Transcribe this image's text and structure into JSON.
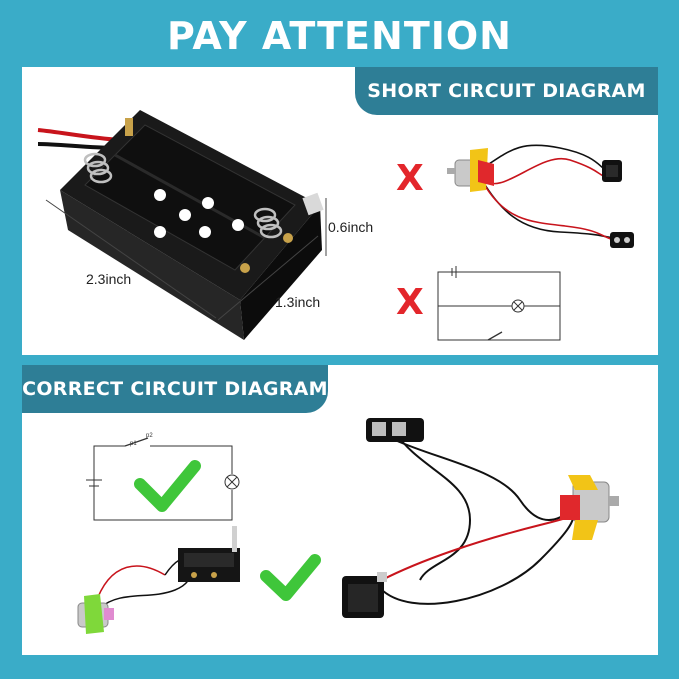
{
  "header": {
    "title": "PAY ATTENTION"
  },
  "short_section": {
    "banner": "SHORT CIRCUIT DIAGRAM",
    "wrong_mark_1": "X",
    "wrong_mark_2": "X",
    "schematic_lamp_symbol": "⊗"
  },
  "product": {
    "width_label": "2.3inch",
    "depth_label": "1.3inch",
    "height_label": "0.6inch"
  },
  "correct_section": {
    "banner": "CORRECT CIRCUIT DIAGRAM",
    "switch_label_p1": "p1",
    "switch_label_p2": "p2",
    "lamp_symbol": "⊗"
  },
  "colors": {
    "background": "#3aacc8",
    "banner": "#2e7e96",
    "wrong": "#e3262b",
    "correct": "#3fc63a"
  },
  "icons": [
    "battery-holder-image",
    "motor-image",
    "rocker-switch-image",
    "battery-snap-image",
    "cross-icon",
    "check-icon"
  ]
}
